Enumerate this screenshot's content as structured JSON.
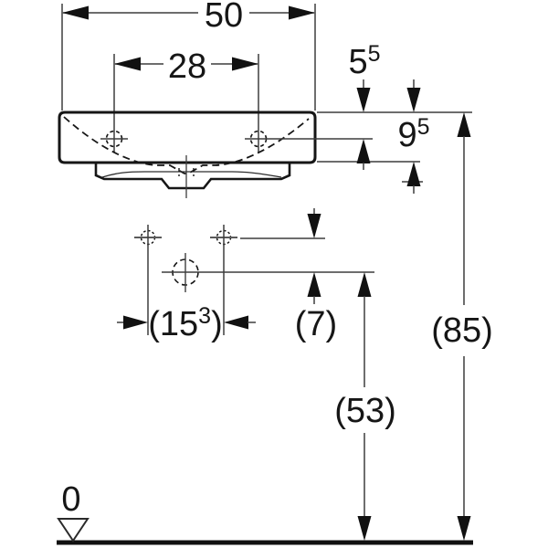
{
  "drawing": {
    "type": "technical-dimension-drawing",
    "subject": "washbasin front view with installation dimensions",
    "colors": {
      "outline": "#161616",
      "dimension_line": "#3d3d3d",
      "background": "#ffffff",
      "arrowhead": "#111111"
    },
    "labels": {
      "overall_width": "50",
      "tap_hole_spacing": "28",
      "rim_to_tap": {
        "main": "5",
        "sup": "5"
      },
      "body_height": {
        "main": "9",
        "sup": "5"
      },
      "anchor_spacing": {
        "open": "(15",
        "sup": "3",
        "close": ")"
      },
      "anchor_to_drain": "(7)",
      "drain_height": "(53)",
      "rim_height": "(85)",
      "floor_datum": "0"
    }
  }
}
